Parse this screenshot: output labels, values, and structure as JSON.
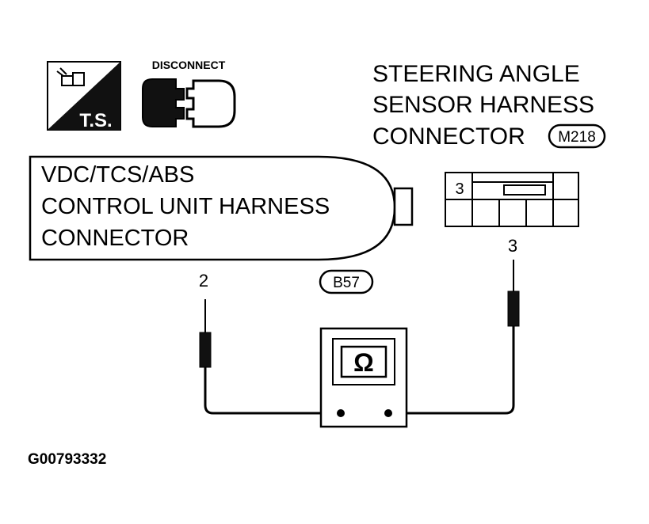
{
  "ts_icon": {
    "label": "T.S."
  },
  "disconnect_icon": {
    "label": "DISCONNECT"
  },
  "sensor_connector": {
    "lines": [
      "STEERING ANGLE",
      "SENSOR HARNESS",
      "CONNECTOR"
    ],
    "code": "M218",
    "cavity_label": "3",
    "terminal": "3"
  },
  "control_unit_connector": {
    "lines": [
      "VDC/TCS/ABS",
      "CONTROL UNIT HARNESS",
      "CONNECTOR"
    ],
    "code": "B57",
    "terminal": "2"
  },
  "meter": {
    "symbol": "Ω"
  },
  "figure_id": "G00793332"
}
